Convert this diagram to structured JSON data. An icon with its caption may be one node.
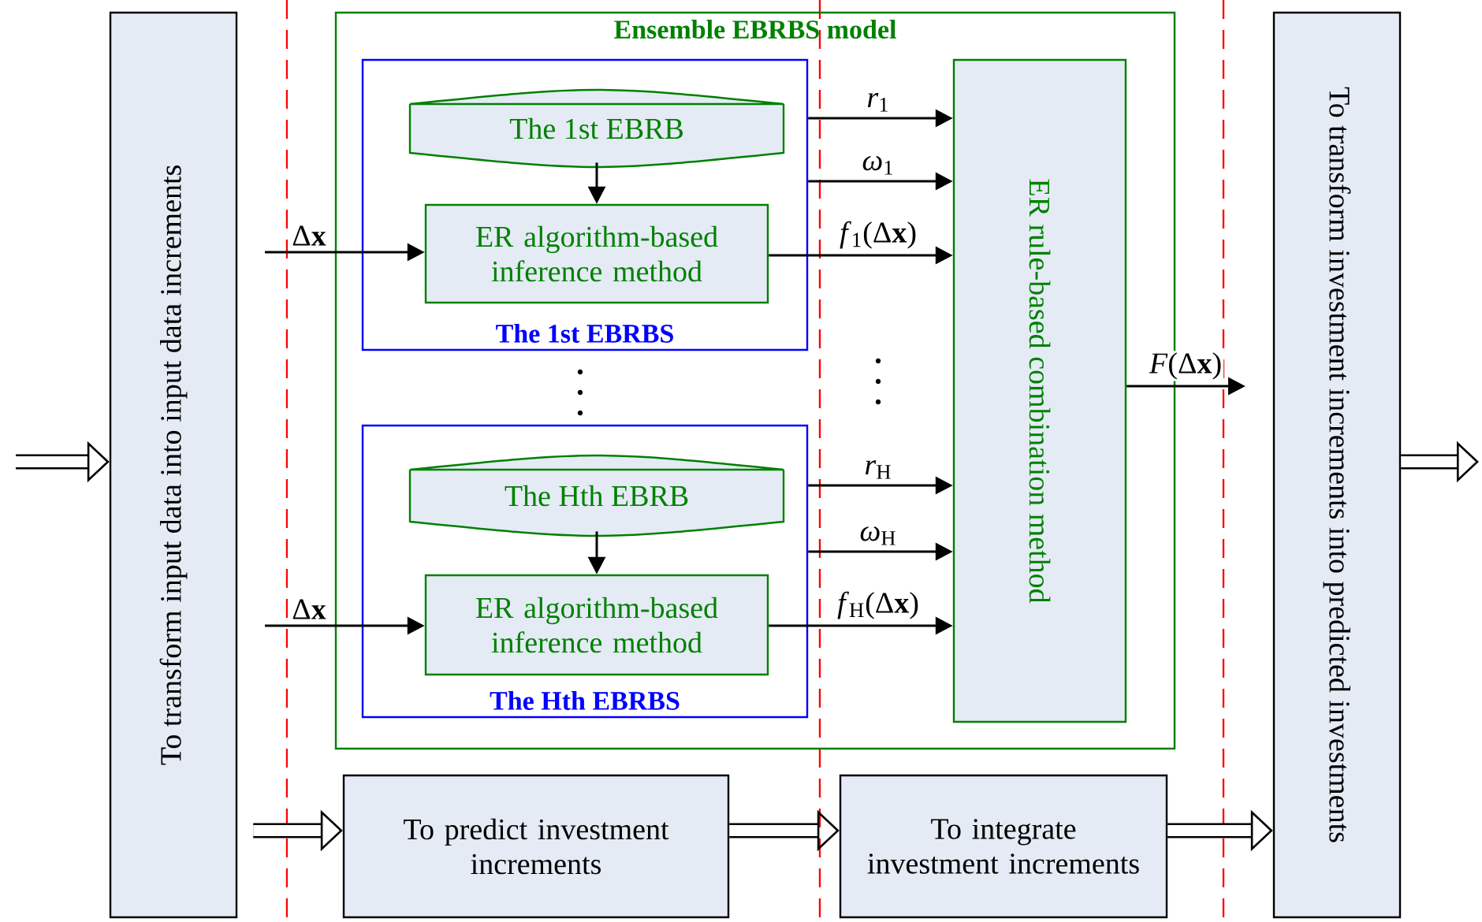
{
  "diagram": {
    "nodes": [
      {
        "text": [
          "To transform input data into input data increments"
        ]
      },
      {
        "text": [
          "Ensemble EBRBS model"
        ]
      },
      {
        "text": [
          "The 1st EBRBS"
        ],
        "in": 1
      },
      {
        "text": [
          "The 1st EBRB"
        ],
        "in": 2
      },
      {
        "text": [
          "ER algorithm-based inference method"
        ],
        "in": 2
      },
      {
        "text": [
          "The Hth EBRBS"
        ],
        "in": 1
      },
      {
        "text": [
          "The Hth EBRB"
        ],
        "in": 5
      },
      {
        "text": [
          "ER algorithm-based inference method"
        ],
        "in": 5
      },
      {
        "text": [
          "ER rule-based combination method"
        ],
        "in": 1
      },
      {
        "text": [
          "To transform investment increments into predicted investments"
        ]
      },
      {
        "text": [
          "To predict investment increments"
        ]
      },
      {
        "text": [
          "To integrate investment increments"
        ]
      }
    ],
    "edges": [
      {
        "from": null,
        "to": 0,
        "arrow": "to",
        "style": "thick"
      },
      {
        "from": null,
        "to": 4,
        "arrow": "to",
        "label": "Δ**x**"
      },
      {
        "from": 3,
        "to": 4,
        "arrow": "to"
      },
      {
        "from": null,
        "to": 7,
        "arrow": "to",
        "label": "Δ**x**"
      },
      {
        "from": 6,
        "to": 7,
        "arrow": "to"
      },
      {
        "from": 2,
        "to": 8,
        "arrow": "to",
        "label": "*r*$_{1}$"
      },
      {
        "from": 2,
        "to": 8,
        "arrow": "to",
        "label": "*ω*$_{1}$"
      },
      {
        "from": 4,
        "to": 8,
        "arrow": "to",
        "label": "*f*$_{1}$(Δ**x**)"
      },
      {
        "from": 5,
        "to": 8,
        "arrow": "to",
        "label": "*r*$_{H}$"
      },
      {
        "from": 5,
        "to": 8,
        "arrow": "to",
        "label": "*ω*$_{H}$"
      },
      {
        "from": 7,
        "to": 8,
        "arrow": "to",
        "label": "*f*$_{H}$(Δ**x**)"
      },
      {
        "from": 8,
        "to": null,
        "arrow": "to",
        "label": "*F*(Δ**x**)"
      },
      {
        "from": 0,
        "to": 10,
        "arrow": "to",
        "style": "thick"
      },
      {
        "from": 10,
        "to": 11,
        "arrow": "to",
        "style": "thick"
      },
      {
        "from": 11,
        "to": 9,
        "arrow": "to",
        "style": "thick"
      },
      {
        "from": 9,
        "to": null,
        "arrow": "to",
        "style": "thick"
      }
    ]
  }
}
